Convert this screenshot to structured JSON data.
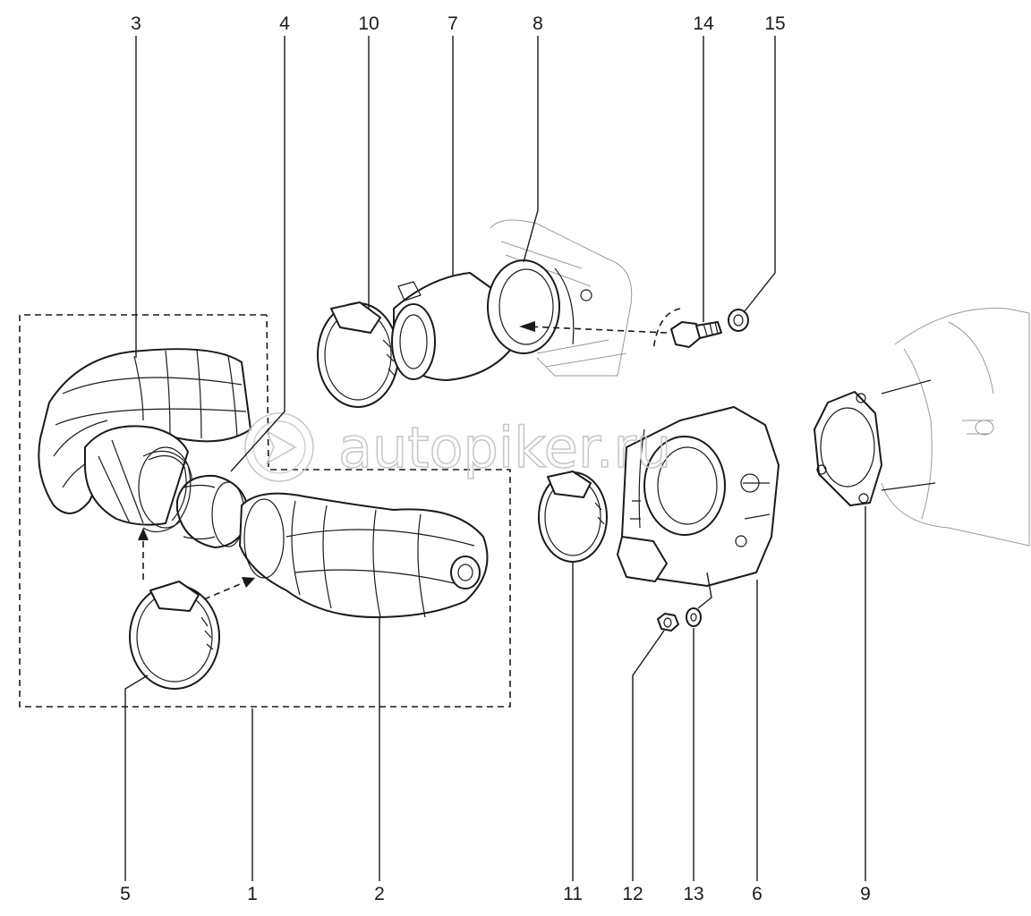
{
  "diagram": {
    "callouts": [
      "3",
      "4",
      "10",
      "7",
      "8",
      "14",
      "15",
      "5",
      "1",
      "2",
      "11",
      "12",
      "13",
      "6",
      "9"
    ]
  },
  "watermark": {
    "text": "autopiker.ru",
    "color": "#c8c8c8"
  }
}
